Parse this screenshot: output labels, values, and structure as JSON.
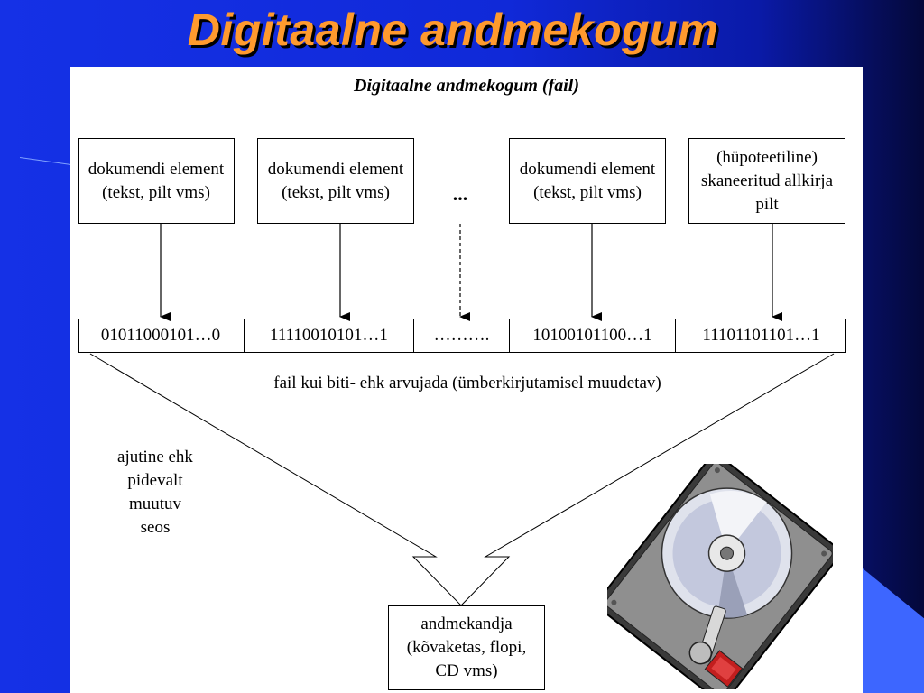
{
  "slide": {
    "title": "Digitaalne andmekogum"
  },
  "figure": {
    "title": "Digitaalne andmekogum (fail)",
    "boxes": [
      {
        "text": "dokumendi element (tekst, pilt vms)"
      },
      {
        "text": "dokumendi element (tekst, pilt vms)"
      },
      {
        "text": "dokumendi element (tekst, pilt vms)"
      },
      {
        "text": "(hüpoteetiline) skaneeritud allkirja pilt"
      }
    ],
    "ellipsis": "...",
    "bits": [
      "01011000101…0",
      "11110010101…1",
      "……….",
      "10100101100…1",
      "11101101101…1"
    ],
    "file_caption": "fail kui biti- ehk arvujada (ümberkirjutamisel  muudetav)",
    "link_label": "ajutine ehk pidevalt muutuv seos",
    "carrier": "andmekandja (kõvaketas, flopi, CD vms)"
  },
  "colors": {
    "background": "#1531e6",
    "title": "#ff9a2e",
    "accent_blue": "#3d66ff"
  },
  "icons": {
    "illustration": "hard-disk-icon"
  }
}
